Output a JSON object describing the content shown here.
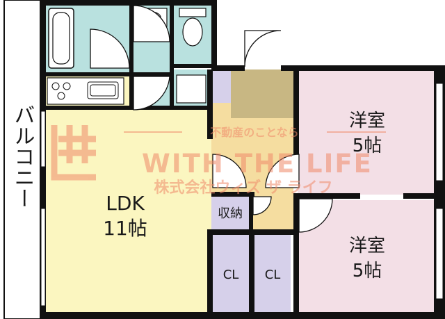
{
  "rooms": {
    "balcony": "バルコニー",
    "ldk_name": "LDK",
    "ldk_size": "11帖",
    "western1_name": "洋室",
    "western1_size": "5帖",
    "western2_name": "洋室",
    "western2_size": "5帖",
    "storage": "収納",
    "closet1": "CL",
    "closet2": "CL"
  },
  "watermark": {
    "tagline": "不動産のことなら",
    "brand": "WITH THE LIFE",
    "company": "株式会社ウィズ ザ ライフ"
  },
  "colors": {
    "ldk": "#fbf6c0",
    "western": "#f3dfe6",
    "wet": "#b9e1df",
    "hall": "#f5dda0",
    "closet": "#d6d0ea",
    "entry": "#c8b783",
    "wall": "#111111",
    "watermark": "#f08a6a"
  }
}
